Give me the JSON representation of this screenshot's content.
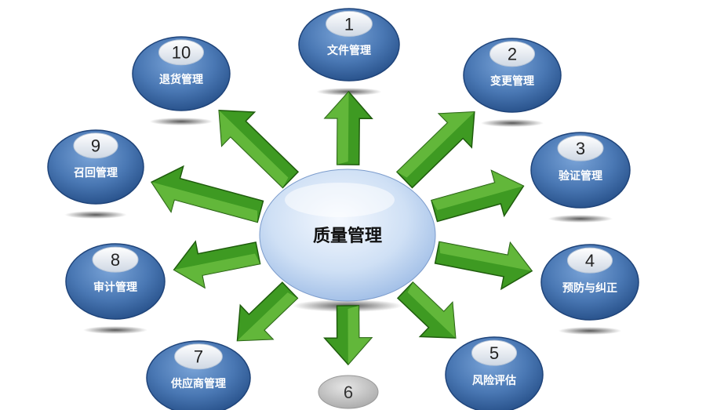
{
  "center": {
    "label": "质量管理"
  },
  "nodes": [
    {
      "number": "1",
      "label": "文件管理"
    },
    {
      "number": "2",
      "label": "变更管理"
    },
    {
      "number": "3",
      "label": "验证管理"
    },
    {
      "number": "4",
      "label": "预防与纠正"
    },
    {
      "number": "5",
      "label": "风险评估"
    },
    {
      "number": "6",
      "label": ""
    },
    {
      "number": "7",
      "label": "供应商管理"
    },
    {
      "number": "8",
      "label": "审计管理"
    },
    {
      "number": "9",
      "label": "召回管理"
    },
    {
      "number": "10",
      "label": "退货管理"
    }
  ],
  "colors": {
    "node_fill": "#4a78b4",
    "node_dark": "#244d86",
    "arrow": "#3e9a22",
    "center_fill": "#c8daf2",
    "grey_node": "#bcbcbc"
  }
}
